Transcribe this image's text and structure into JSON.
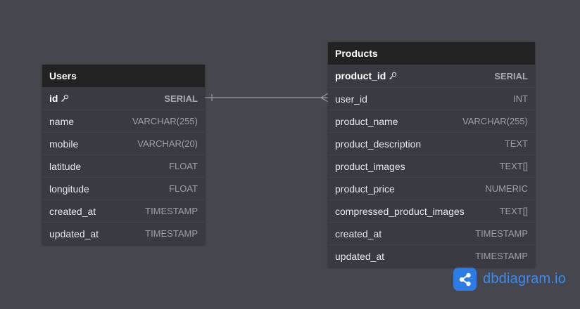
{
  "colors": {
    "canvas": "#46464f",
    "table_body": "#3a3a42",
    "table_header": "#222222",
    "relation_line": "#9a9aa2",
    "brand": "#2d7be5"
  },
  "tables": {
    "users": {
      "name": "Users",
      "fields": [
        {
          "name": "id",
          "type": "SERIAL",
          "primary_key": true
        },
        {
          "name": "name",
          "type": "VARCHAR(255)"
        },
        {
          "name": "mobile",
          "type": "VARCHAR(20)"
        },
        {
          "name": "latitude",
          "type": "FLOAT"
        },
        {
          "name": "longitude",
          "type": "FLOAT"
        },
        {
          "name": "created_at",
          "type": "TIMESTAMP"
        },
        {
          "name": "updated_at",
          "type": "TIMESTAMP"
        }
      ]
    },
    "products": {
      "name": "Products",
      "fields": [
        {
          "name": "product_id",
          "type": "SERIAL",
          "primary_key": true
        },
        {
          "name": "user_id",
          "type": "INT"
        },
        {
          "name": "product_name",
          "type": "VARCHAR(255)"
        },
        {
          "name": "product_description",
          "type": "TEXT"
        },
        {
          "name": "product_images",
          "type": "TEXT[]"
        },
        {
          "name": "product_price",
          "type": "NUMERIC"
        },
        {
          "name": "compressed_product_images",
          "type": "TEXT[]"
        },
        {
          "name": "created_at",
          "type": "TIMESTAMP"
        },
        {
          "name": "updated_at",
          "type": "TIMESTAMP"
        }
      ]
    }
  },
  "relationship": {
    "from": "users.id",
    "to": "products.user_id",
    "cardinality": "one-to-many"
  },
  "logo": {
    "text": "dbdiagram.io",
    "icon": "share-nodes-icon"
  }
}
